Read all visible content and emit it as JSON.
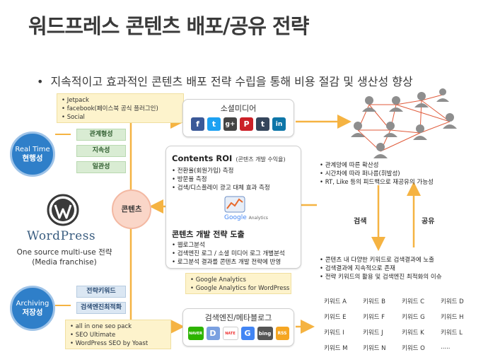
{
  "title": "워드프레스 콘텐츠 배포/공유 전략",
  "subtitle": "지속적이고 효과적인 콘텐츠 배포 전략 수립을 통해 비용 절감 및 생산성 향상",
  "top_plugins": [
    "• Jetpack",
    "• facebook(페이스북 공식 플러그인)",
    "• Social"
  ],
  "realtime": {
    "label_line1": "Real Time",
    "label_line2": "현행성"
  },
  "realtime_tags": [
    "관계형성",
    "지속성",
    "일관성"
  ],
  "wordpress": {
    "logo_text": "WordPress",
    "caption_line1": "One source multi-use 전략",
    "caption_line2": "(Media franchise)"
  },
  "archiving": {
    "label_line1": "Archiving",
    "label_line2": "저장성"
  },
  "archiving_tags": [
    "전략키워드",
    "검색엔진최적화"
  ],
  "content_circle": "콘텐츠",
  "social_panel": {
    "title": "소셜미디어",
    "icons": [
      "f",
      "t",
      "g+",
      "P",
      "t",
      "in"
    ]
  },
  "roi": {
    "title": "Contents ROI",
    "title_note": "(콘텐츠 개발 수익율)",
    "items": [
      "• 전환율(회원가입) 측정",
      "• 방문율 측정",
      "• 검색/디스플레이 광고 대체 효과 측정"
    ],
    "ga_logo": "Google",
    "ga_logo_sub": "Analytics",
    "dev_title": "콘텐츠 개발 전략 도출",
    "dev_items": [
      "• 웹로그분석",
      "• 검색엔진 로그 / 소셜 미디어 로그 개별분석",
      "• 로그분석 결과를 콘텐츠 개발 전략에 반영"
    ]
  },
  "ga_plugins": [
    "• Google Analytics",
    "• Google Analytics for WordPress"
  ],
  "seo_plugins": [
    "• all in one seo pack",
    "• SEO Ultimate",
    "• WordPress SEO by Yoast"
  ],
  "search_panel": {
    "title": "검색엔진/메타블로그",
    "icons": [
      "NAVER",
      "D",
      "NATE",
      "G",
      "bing",
      "RSS"
    ]
  },
  "network_notes": [
    "• 관계망에 따른 확산성",
    "• 시간차에 따라 퍼나름(휘발성)",
    "• RT, Like 등의 피드백으로 재공유의 가능성"
  ],
  "arrow_labels": {
    "search": "검색",
    "share": "공유"
  },
  "search_notes": [
    "• 콘텐츠 내 다양한 키워드로 검색결과에 노출",
    "• 검색결과에 지속적으로 존재",
    "• 전략 키워드의 활용 및 검색엔진 최적화의 이슈"
  ],
  "keywords": [
    "키워드 A",
    "키워드 B",
    "키워드 C",
    "키워드 D",
    "키워드 E",
    "키워드 F",
    "키워드 G",
    "키워드 H",
    "키워드 I",
    "키워드 J",
    "키워드 K",
    "키워드 L",
    "키워드 M",
    "키워드 N",
    "키워드 O",
    "....."
  ],
  "colors": {
    "arrow": "#f5b342",
    "realtime_blue": "#2f7fc9",
    "content_pink": "#fad6c8",
    "network_red": "#e05a3a",
    "sticky_yellow": "#fdf3cc"
  }
}
